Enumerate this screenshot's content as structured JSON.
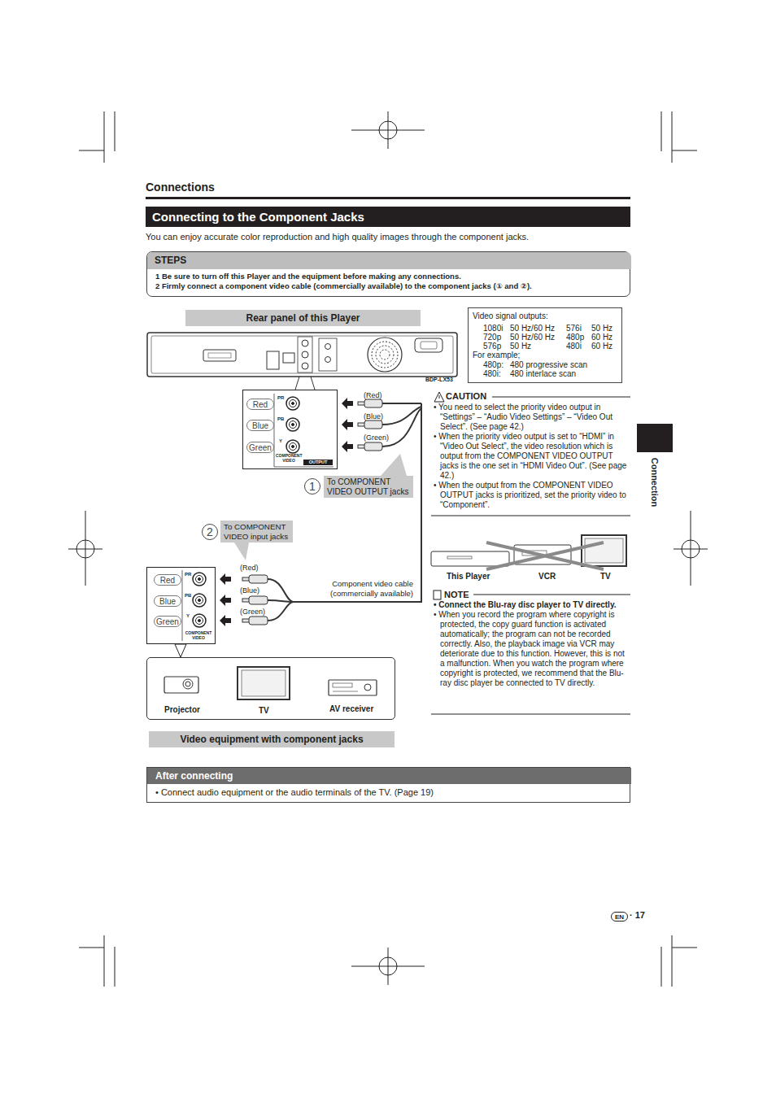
{
  "diagram": {
    "title": "Connecting to the Component Jacks",
    "nodes": [
      {
        "text": [
          "STEPS",
          "1 Be sure to turn off this Player and the equipment before making any connections.",
          "2 Firmly connect a component video cable (commercially available) to the component jacks (① and ②)."
        ]
      },
      {
        "text": [
          "Rear panel of this Player"
        ]
      },
      {
        "text": [
          "Video signal outputs:",
          "1080i",
          "50 Hz/60 Hz",
          "576i",
          "50 Hz",
          "720p",
          "50 Hz/60 Hz",
          "480p",
          "60 Hz",
          "576p",
          "50 Hz",
          "480i",
          "60 Hz",
          "For example;",
          "480p:",
          "480 progressive scan",
          "480i:",
          "480 interlace scan"
        ]
      },
      {
        "text": [
          "PR",
          "PB",
          "Y",
          "COMPONENT VIDEO",
          "OUTPUT"
        ]
      },
      {
        "text": [
          "Red"
        ],
        "in": 3
      },
      {
        "text": [
          "Blue"
        ],
        "in": 3
      },
      {
        "text": [
          "Green"
        ],
        "in": 3
      },
      {
        "text": [
          "1"
        ]
      },
      {
        "text": [
          "To COMPONENT VIDEO OUTPUT jacks"
        ]
      },
      {
        "text": [
          "2"
        ]
      },
      {
        "text": [
          "To COMPONENT VIDEO input jacks"
        ]
      },
      {
        "text": [
          "PR",
          "PB",
          "Y",
          "COMPONENT VIDEO"
        ]
      },
      {
        "text": [
          "Red"
        ],
        "in": 11
      },
      {
        "text": [
          "Blue"
        ],
        "in": 11
      },
      {
        "text": [
          "Green"
        ],
        "in": 11
      },
      {
        "text": [
          "Projector",
          "TV",
          "AV receiver"
        ]
      },
      {
        "text": [
          "Video equipment with component jacks"
        ]
      },
      {
        "text": [
          "After connecting",
          "• Connect audio equipment or the audio terminals of the TV. (Page 19)"
        ]
      },
      {
        "text": [
          "EN"
        ]
      }
    ],
    "labels": [
      "Connections",
      "You can enjoy accurate color reproduction and high quality images through the component jacks.",
      "BDP-LX53",
      "(Red)",
      "(Blue)",
      "(Green)",
      "(Red)",
      "(Blue)",
      "(Green)",
      "Component video cable (commercially available)",
      "CAUTION",
      "• You need to select the priority video output in “Settings” – “Audio Video Settings” – “Video Out Select”. (See page 42.)",
      "• When the priority video output is set to “HDMI” in “Video Out Select”, the video resolution which is output from the COMPONENT VIDEO OUTPUT jacks is the one set in “HDMI Video Out”. (See page 42.)",
      "• When the output from the COMPONENT VIDEO OUTPUT jacks is prioritized, set the priority video to “Component”.",
      "This Player",
      "VCR",
      "TV",
      "NOTE",
      "• Connect the Blu-ray disc player to TV directly.",
      "• When you record the program where copyright is protected, the copy guard function is activated automatically; the program can not be recorded correctly. Also, the playback image via VCR may deteriorate due to this function. However, this is not a malfunction. When you watch the program where copyright is protected, we recommend that the Blu-ray disc player be connected to TV directly.",
      "Connection",
      "· 17"
    ]
  }
}
